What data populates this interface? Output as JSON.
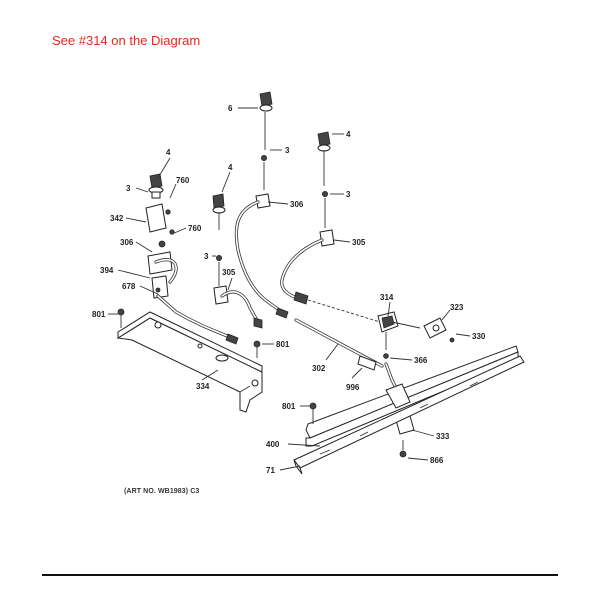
{
  "caption": "See #314 on the Diagram",
  "art_number": "(ART NO. WB1983) C3",
  "callouts": {
    "c6": "6",
    "c3_top": "3",
    "c4_right": "4",
    "c4_left": "4",
    "c4_mid": "4",
    "c3_left": "3",
    "c760_a": "760",
    "c306_mid": "306",
    "c3_right": "3",
    "c342": "342",
    "c760_b": "760",
    "c305_right": "305",
    "c306_left": "306",
    "c3_mid": "3",
    "c394": "394",
    "c305_mid": "305",
    "c678": "678",
    "c314": "314",
    "c323": "323",
    "c801_left": "801",
    "c330": "330",
    "c801_mid": "801",
    "c302": "302",
    "c366": "366",
    "c334": "334",
    "c996": "996",
    "c801_low": "801",
    "c333": "333",
    "c400": "400",
    "c866": "866",
    "c71": "71"
  }
}
